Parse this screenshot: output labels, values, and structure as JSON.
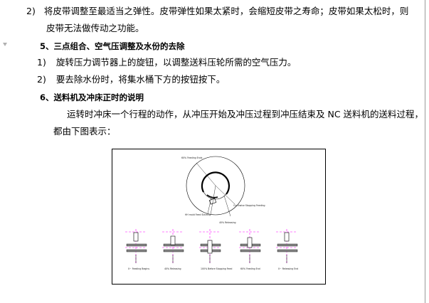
{
  "paragraphs": {
    "item2_num": "2)",
    "item2_line1": "将皮带调整至最适当之弹性。皮带弹性如果太紧时，会缩短皮带之寿命；皮带如果太松时，则",
    "item2_line2": "皮带无法做传动之功能。",
    "sec5_heading": "5、三点组合、空气压调整及水份的去除",
    "sec5_item1_num": "1)",
    "sec5_item1": "旋转压力调节器上的旋钮，以调整送料压轮所需的空气压力。",
    "sec5_item2_num": "2)",
    "sec5_item2": "要去除水份时，将集水桶下方的按钮按下。",
    "sec6_heading": "6、送料机及冲床正时的说明",
    "sec6_line1": "运转时冲床一个行程的动作，从冲压开始及冲压过程到冲压结束及 NC 送料机的送料过程，",
    "sec6_line2": "都由下图表示："
  },
  "figure": {
    "label_top": "60% Feeding Ends",
    "label_right": "Clockwise Stopping Feeding",
    "label_left": "HH mold Feed Starting",
    "label_bottom": "40% Releasing",
    "steps": [
      "0~ Feeding Begins",
      "40% Releasing",
      "100% Before Stopping Feed",
      "60% Feeding End",
      "0~ Releasing End"
    ]
  }
}
